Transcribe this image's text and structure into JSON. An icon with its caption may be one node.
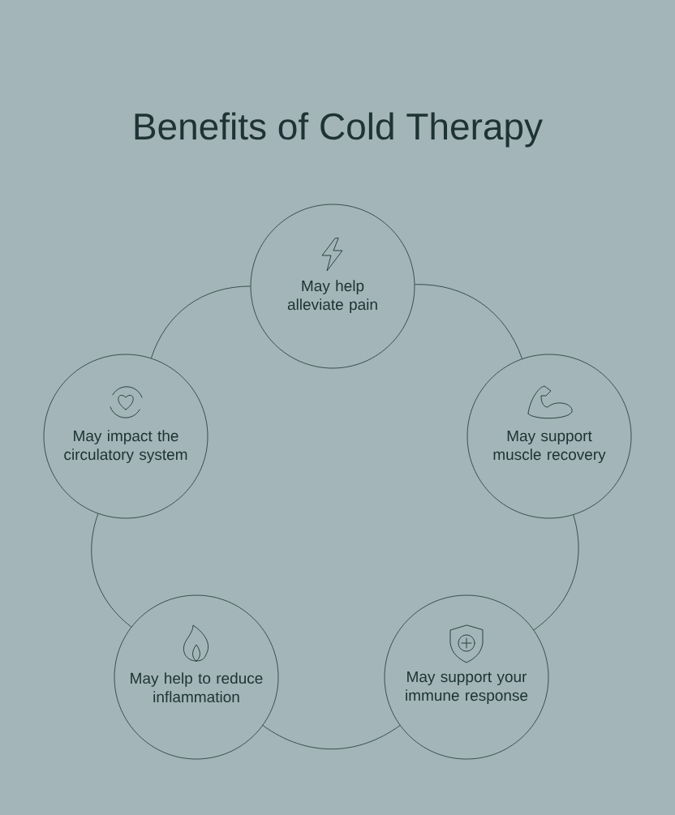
{
  "diagram": {
    "title": "Benefits of Cold Therapy",
    "nodes": [
      {
        "text": [
          "May help alleviate pain"
        ]
      },
      {
        "text": [
          "May impact the circulatory system"
        ]
      },
      {
        "text": [
          "May support muscle recovery"
        ]
      },
      {
        "text": [
          "May help to reduce inflammation"
        ]
      },
      {
        "text": [
          "May support your immune response"
        ]
      }
    ],
    "edges": [
      {
        "from": 0,
        "to": 2,
        "arrow": "none"
      },
      {
        "from": 2,
        "to": 4,
        "arrow": "none"
      },
      {
        "from": 4,
        "to": 3,
        "arrow": "none"
      },
      {
        "from": 3,
        "to": 1,
        "arrow": "none"
      },
      {
        "from": 1,
        "to": 0,
        "arrow": "none"
      }
    ]
  }
}
